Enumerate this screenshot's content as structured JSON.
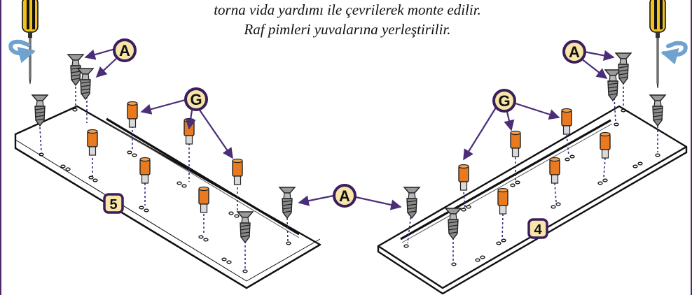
{
  "instruction": {
    "line1": "torna vida yardımı ile çevrilerek monte edilir.",
    "line2": "Raf pimleri yuvalarına yerleştirilir."
  },
  "callouts": {
    "screw_letter": "A",
    "pin_letter": "G"
  },
  "panels": {
    "left_number": "5",
    "right_number": "4"
  },
  "colors": {
    "frame": "#4a2a6a",
    "callout_fill": "#f7e6a8",
    "callout_stroke": "#3a1f5c",
    "arrow": "#4a2f78",
    "pin_orange": "#ea7a1f",
    "screw_gray": "#8a8a8a",
    "screwdriver_yellow": "#f2c21a",
    "rotation_arrow": "#6fa2cf"
  },
  "icons": {
    "screwdriver": "screwdriver-icon",
    "rotation": "rotate-arrow-icon",
    "screw": "cam-screw-icon",
    "pin": "shelf-pin-icon"
  }
}
